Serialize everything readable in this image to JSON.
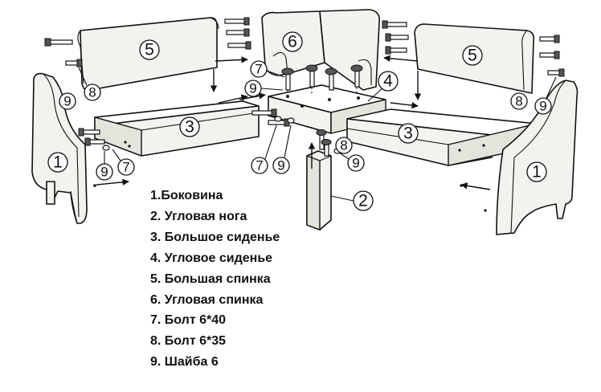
{
  "callouts": {
    "left_side": "1",
    "right_side": "1",
    "leg": "2",
    "left_seat": "3",
    "right_seat": "3",
    "corner_seat": "4",
    "left_back": "5",
    "right_back": "5",
    "corner_back": "6",
    "bolt_tl": "7",
    "bolt_left": "7",
    "bolt_mid": "7",
    "bolt_l8": "8",
    "bolt_r8": "8",
    "bolt_leg8": "8",
    "washer_l9a": "9",
    "washer_l9b": "9",
    "washer_tl": "9",
    "washer_mid": "9",
    "washer_leg": "9",
    "washer_r9": "9"
  },
  "legend": [
    "1.Боковина",
    "2. Угловая нога",
    "3. Большое сиденье",
    "4. Угловое сиденье",
    "5. Большая спинка",
    "6. Угловая спинка",
    "7. Болт 6*40",
    "8. Болт 6*35",
    "9. Шайба 6"
  ]
}
